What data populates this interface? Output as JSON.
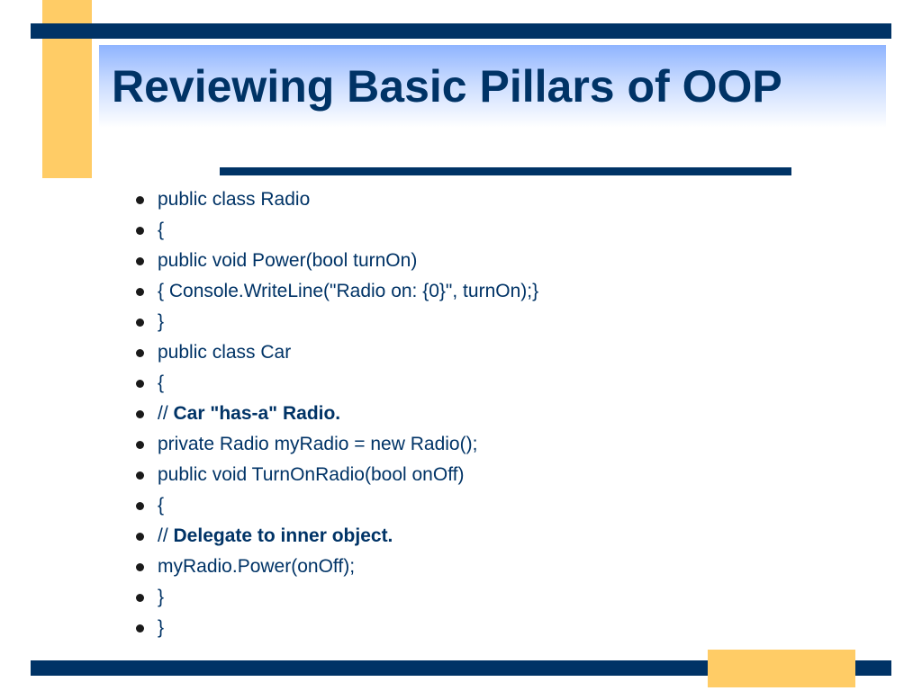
{
  "slide": {
    "title": "Reviewing Basic Pillars of OOP",
    "bullets": [
      {
        "text": "public class Radio",
        "bold": ""
      },
      {
        "text": "{",
        "bold": ""
      },
      {
        "text": "public void Power(bool turnOn)",
        "bold": ""
      },
      {
        "text": "{ Console.WriteLine(\"Radio on: {0}\", turnOn);}",
        "bold": ""
      },
      {
        "text": "}",
        "bold": ""
      },
      {
        "text": "public class Car",
        "bold": ""
      },
      {
        "text": "{",
        "bold": ""
      },
      {
        "text": "// ",
        "bold": "Car \"has-a\" Radio."
      },
      {
        "text": "private Radio myRadio = new Radio();",
        "bold": ""
      },
      {
        "text": "public void TurnOnRadio(bool onOff)",
        "bold": ""
      },
      {
        "text": "{",
        "bold": ""
      },
      {
        "text": "// ",
        "bold": "Delegate to inner object."
      },
      {
        "text": "myRadio.Power(onOff);",
        "bold": ""
      },
      {
        "text": "}",
        "bold": ""
      },
      {
        "text": "}",
        "bold": ""
      }
    ]
  },
  "colors": {
    "navy": "#003366",
    "gold": "#FFCC66",
    "title_gradient_top": "#8fb4ff",
    "bullet_dot": "#1a1a1a"
  }
}
